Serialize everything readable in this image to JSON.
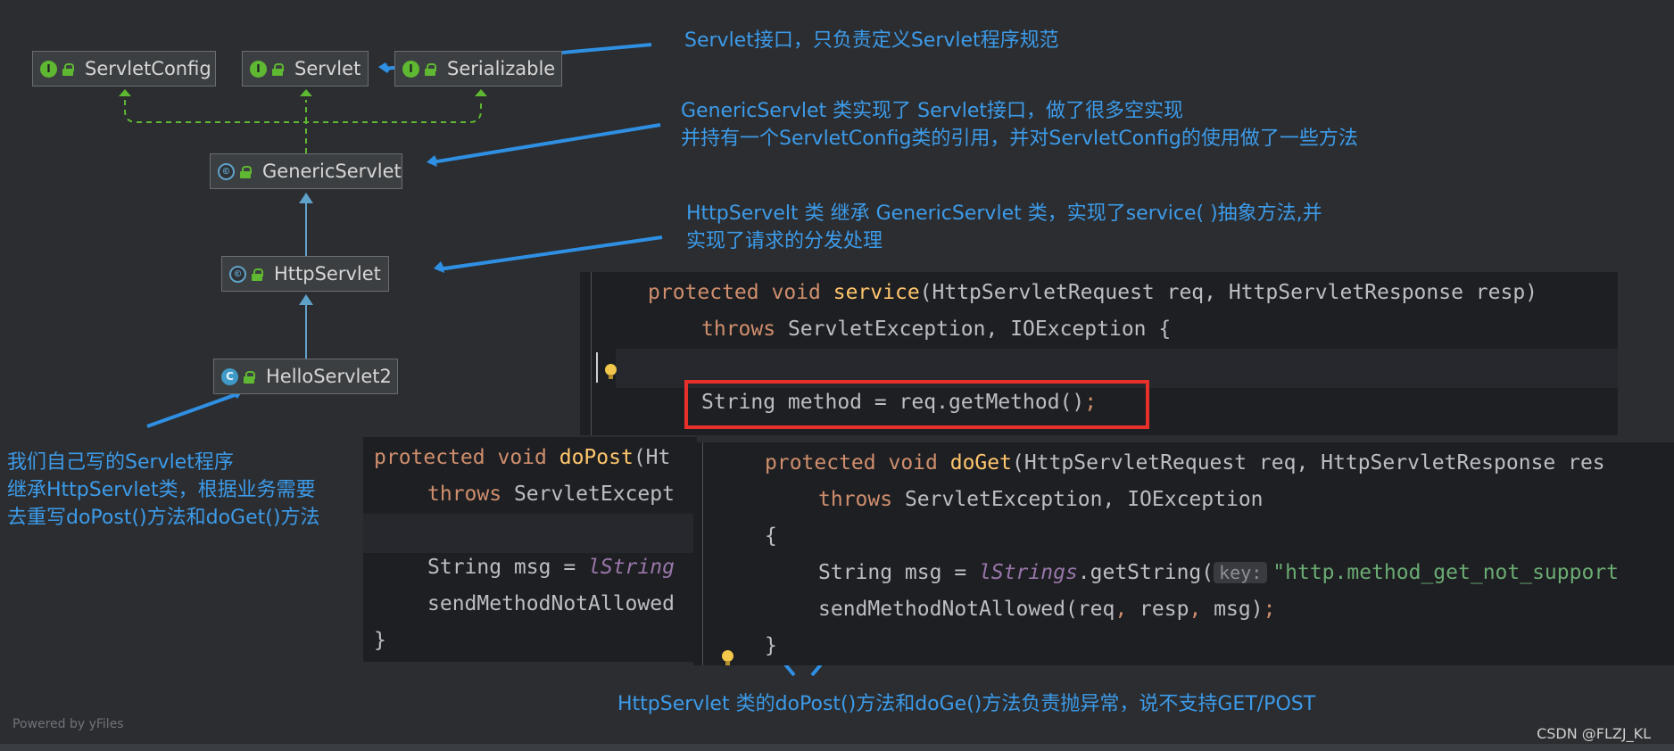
{
  "diagram": {
    "nodes": {
      "servlet_config": "ServletConfig",
      "servlet": "Servlet",
      "serializable": "Serializable",
      "generic_servlet": "GenericServlet",
      "http_servlet": "HttpServlet",
      "hello_servlet2": "HelloServlet2"
    },
    "badges": {
      "interface": "I",
      "abstract": "©",
      "class": "C"
    },
    "footer": "Powered by yFiles"
  },
  "annotations": {
    "servlet_note": "Servlet接口，只负责定义Servlet程序规范",
    "generic_note_1": "GenericServlet 类实现了 Servlet接口，做了很多空实现",
    "generic_note_2": "并持有一个ServletConfig类的引用，并对ServletConfig的使用做了一些方法",
    "http_note_1": "HttpServelt 类 继承 GenericServlet 类，实现了service( )抽象方法,并",
    "http_note_2": "实现了请求的分发处理",
    "hello_note_1": "我们自己写的Servlet程序",
    "hello_note_2": "继承HttpServlet类，根据业务需要",
    "hello_note_3": "去重写doPost()方法和doGet()方法",
    "bottom_note": "HttpServlet 类的doPost()方法和doGe()方法负责抛异常，说不支持GET/POST",
    "watermark": "CSDN @FLZJ_KL"
  },
  "service_code": {
    "l1_kw1": "protected",
    "l1_kw2": "void",
    "l1_fn": "service",
    "l1_rest": "(HttpServletRequest req, HttpServletResponse resp)",
    "l2_kw": "throws",
    "l2_rest": " ServletException, IOException {",
    "l4_a": "String method = req.getMethod()",
    "l4_b": ";"
  },
  "dopost_code": {
    "l1_kw1": "protected",
    "l1_kw2": "void",
    "l1_fn": "doPost",
    "l1_rest": "(Ht",
    "l2_kw": "throws",
    "l2_rest": " ServletExcept",
    "l4_a": "String msg = ",
    "l4_it": "lString",
    "l5": "sendMethodNotAllowed",
    "l6": "}"
  },
  "doget_code": {
    "l1_kw1": "protected",
    "l1_kw2": "void",
    "l1_fn": "doGet",
    "l1_rest": "(HttpServletRequest req, HttpServletResponse res",
    "l2_kw": "throws",
    "l2_rest": " ServletException, IOException",
    "l3": "{",
    "l4_a": "String msg = ",
    "l4_it": "lStrings",
    "l4_b": ".getString(",
    "l4_hint": "key:",
    "l4_str": "\"http.method_get_not_support",
    "l5_a": "sendMethodNotAllowed(req",
    "l5_c1": ",",
    "l5_b": " resp",
    "l5_c2": ",",
    "l5_c": " msg)",
    "l5_semi": ";",
    "l6": "}"
  },
  "colors": {
    "background": "#2b2d30",
    "annotation": "#3d9be9",
    "highlight_box": "#e8302a",
    "keyword": "#cf8e6d",
    "method_name": "#ffc66d",
    "string": "#6aab73"
  }
}
